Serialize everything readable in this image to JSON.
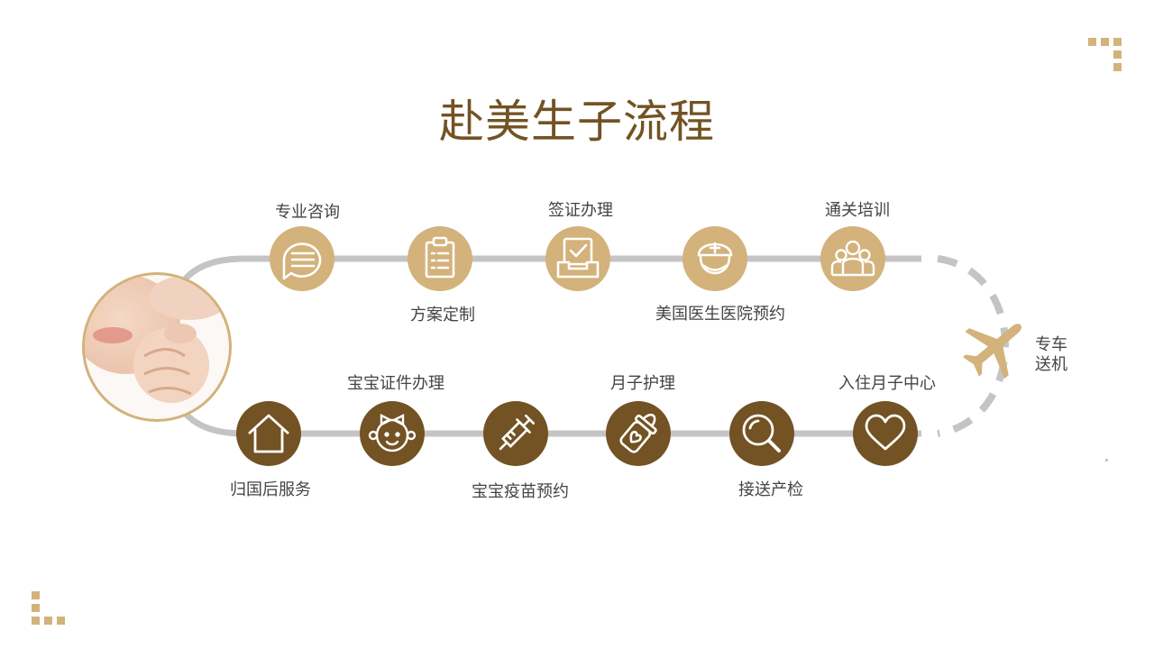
{
  "title": "赴美生子流程",
  "colors": {
    "gold": "#d3b27b",
    "brown": "#735223",
    "track": "#c4c4c4",
    "text": "#444444"
  },
  "top_steps": [
    {
      "label": "专业咨询",
      "icon": "chat-bubble-icon"
    },
    {
      "label": "方案定制",
      "icon": "clipboard-icon"
    },
    {
      "label": "签证办理",
      "icon": "inbox-check-icon"
    },
    {
      "label": "美国医生医院预约",
      "icon": "nurse-icon"
    },
    {
      "label": "通关培训",
      "icon": "group-icon"
    }
  ],
  "plane_step": {
    "label_line1": "专车",
    "label_line2": "送机",
    "icon": "airplane-icon"
  },
  "bottom_steps": [
    {
      "label": "入住月子中心",
      "icon": "heart-icon"
    },
    {
      "label": "接送产检",
      "icon": "magnifier-icon"
    },
    {
      "label": "月子护理",
      "icon": "baby-bottle-icon"
    },
    {
      "label": "宝宝疫苗预约",
      "icon": "syringe-icon"
    },
    {
      "label": "宝宝证件办理",
      "icon": "baby-face-icon"
    },
    {
      "label": "归国后服务",
      "icon": "home-icon"
    }
  ],
  "photo": {
    "icon": "baby-hand-photo-icon"
  }
}
